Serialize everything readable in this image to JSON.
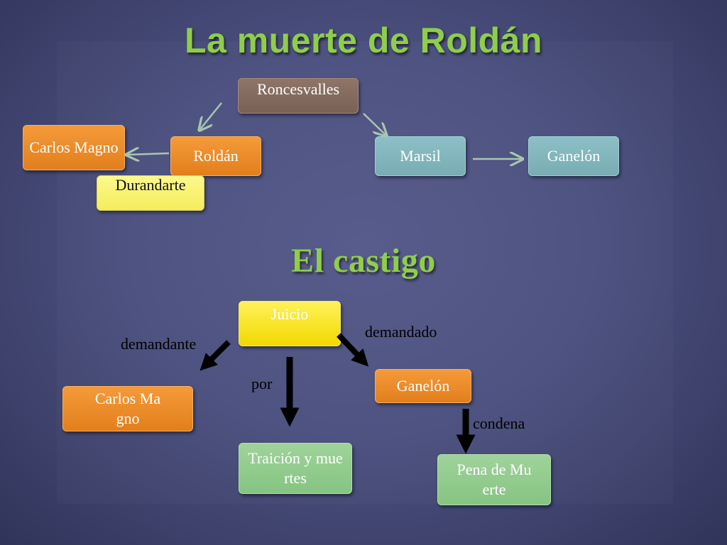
{
  "titles": {
    "main": "La muerte de Roldán",
    "second": "El castigo"
  },
  "diagram1": {
    "nodes": {
      "roncesvalles": "Roncesvalles",
      "carlos_magno": "Carlos Magno",
      "roldan": "Roldán",
      "durandarte": "Durandarte",
      "marsil": "Marsil",
      "ganelon": "Ganelón"
    }
  },
  "diagram2": {
    "nodes": {
      "juicio": "Juicio",
      "carlos_magno": "Carlos Magno",
      "traicion": "Traición y muertes",
      "ganelon": "Ganelón",
      "pena": "Pena de Muerte"
    },
    "edge_labels": {
      "demandante": "demandante",
      "demandado": "demandado",
      "por": "por",
      "condena": "condena"
    }
  },
  "colors": {
    "title": "#8fce4a",
    "thin_arrow": "#a8c6b0",
    "thick_arrow": "#000000"
  }
}
